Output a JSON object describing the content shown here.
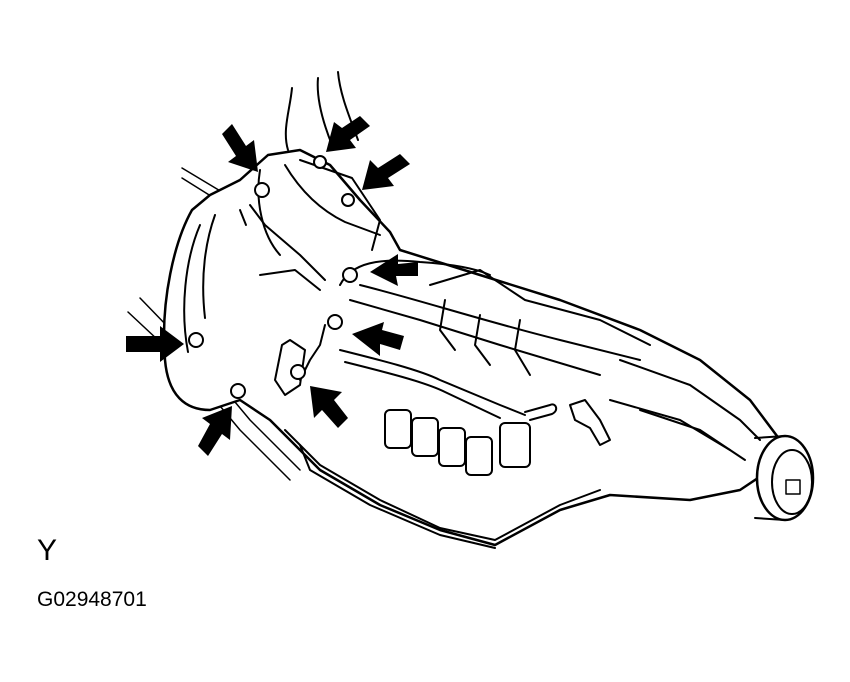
{
  "figure": {
    "view_label": "Y",
    "figure_code": "G02948701"
  },
  "arrows": [
    {
      "name": "arrow-upper-left-bolt",
      "angle": 45
    },
    {
      "name": "arrow-top-center-bolt",
      "angle": 135
    },
    {
      "name": "arrow-top-right-bolt",
      "angle": 140
    },
    {
      "name": "arrow-right-upper-bolt",
      "angle": 160
    },
    {
      "name": "arrow-right-middle-bolt",
      "angle": 195
    },
    {
      "name": "arrow-lower-center-bolt",
      "angle": 225
    },
    {
      "name": "arrow-left-bolt",
      "angle": 0
    },
    {
      "name": "arrow-lower-left-bolt",
      "angle": 315
    }
  ]
}
